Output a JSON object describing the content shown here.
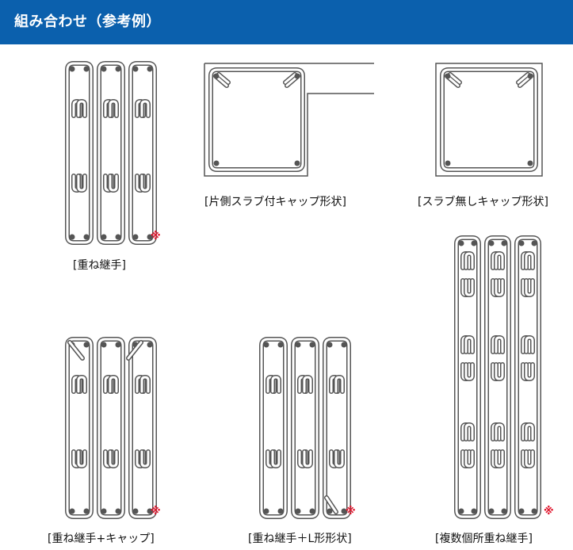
{
  "header": {
    "title": "組み合わせ（参考例）",
    "color": "#0b60ad"
  },
  "diagrams": [
    {
      "caption": "[重ね継手]",
      "mark": "※"
    },
    {
      "caption": "[片側スラブ付キャップ形状]"
    },
    {
      "caption": "[スラブ無しキャップ形状]"
    },
    {
      "caption": "[重ね継手+キャップ]",
      "mark": "※"
    },
    {
      "caption": "[重ね継手＋L形形状]",
      "mark": "※"
    },
    {
      "caption": "[複数個所重ね継手]",
      "mark": "※"
    }
  ],
  "colors": {
    "steel": "#555555",
    "mark": "#e0142b"
  }
}
